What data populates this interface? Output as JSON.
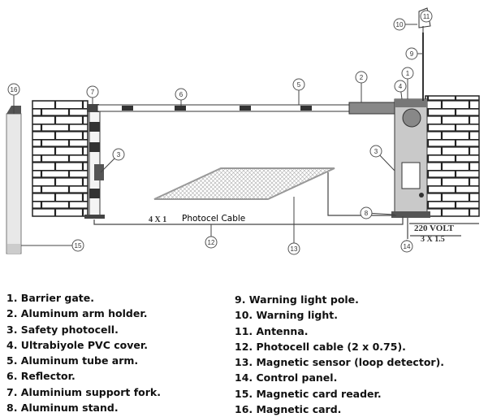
{
  "diagram": {
    "cable_left_label": "4 X 1",
    "cable_name_label": "Photocel Cable",
    "power_label": "220 VOLT",
    "power_cable_label": "3 X 1.5",
    "callouts": [
      "16",
      "7",
      "6",
      "5",
      "2",
      "4",
      "1",
      "3",
      "3",
      "8",
      "12",
      "13",
      "14",
      "15",
      "10",
      "11",
      "9"
    ]
  },
  "legend": {
    "left": [
      "1. Barrier gate.",
      "2. Aluminum arm holder.",
      "3. Safety photocell.",
      "4. Ultrabiyole PVC cover.",
      "5. Aluminum tube arm.",
      "6. Reflector.",
      "7. Aluminium support fork.",
      "8. Aluminum stand."
    ],
    "right": [
      "9. Warning light pole.",
      "10. Warning light.",
      "11. Antenna.",
      "12. Photocell cable (2 x 0.75).",
      "13. Magnetic sensor (loop detector).",
      "14. Control panel.",
      "15. Magnetic card reader.",
      "16. Magnetic card."
    ]
  }
}
